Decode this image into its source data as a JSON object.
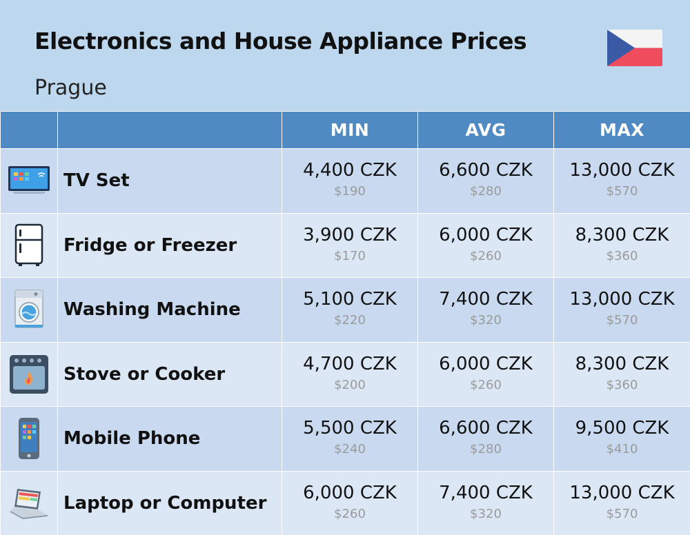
{
  "title": "Electronics and House Appliance Prices",
  "subtitle": "Prague",
  "flag_icon": "czech-flag",
  "colors": {
    "background": "#bdd7ee",
    "header_row": "#4f8ac3",
    "row_odd": "#c9daf0",
    "row_even": "#dbe7f5",
    "usd_text": "#9a9a9a"
  },
  "columns": [
    "MIN",
    "AVG",
    "MAX"
  ],
  "rows": [
    {
      "name": "TV Set",
      "icon": "tv-icon",
      "min": {
        "local": "4,400 CZK",
        "usd": "$190"
      },
      "avg": {
        "local": "6,600 CZK",
        "usd": "$280"
      },
      "max": {
        "local": "13,000 CZK",
        "usd": "$570"
      }
    },
    {
      "name": "Fridge or Freezer",
      "icon": "fridge-icon",
      "min": {
        "local": "3,900 CZK",
        "usd": "$170"
      },
      "avg": {
        "local": "6,000 CZK",
        "usd": "$260"
      },
      "max": {
        "local": "8,300 CZK",
        "usd": "$360"
      }
    },
    {
      "name": "Washing Machine",
      "icon": "washing-machine-icon",
      "min": {
        "local": "5,100 CZK",
        "usd": "$220"
      },
      "avg": {
        "local": "7,400 CZK",
        "usd": "$320"
      },
      "max": {
        "local": "13,000 CZK",
        "usd": "$570"
      }
    },
    {
      "name": "Stove or Cooker",
      "icon": "stove-icon",
      "min": {
        "local": "4,700 CZK",
        "usd": "$200"
      },
      "avg": {
        "local": "6,000 CZK",
        "usd": "$260"
      },
      "max": {
        "local": "8,300 CZK",
        "usd": "$360"
      }
    },
    {
      "name": "Mobile Phone",
      "icon": "mobile-phone-icon",
      "min": {
        "local": "5,500 CZK",
        "usd": "$240"
      },
      "avg": {
        "local": "6,600 CZK",
        "usd": "$280"
      },
      "max": {
        "local": "9,500 CZK",
        "usd": "$410"
      }
    },
    {
      "name": "Laptop or Computer",
      "icon": "laptop-icon",
      "min": {
        "local": "6,000 CZK",
        "usd": "$260"
      },
      "avg": {
        "local": "7,400 CZK",
        "usd": "$320"
      },
      "max": {
        "local": "13,000 CZK",
        "usd": "$570"
      }
    }
  ]
}
